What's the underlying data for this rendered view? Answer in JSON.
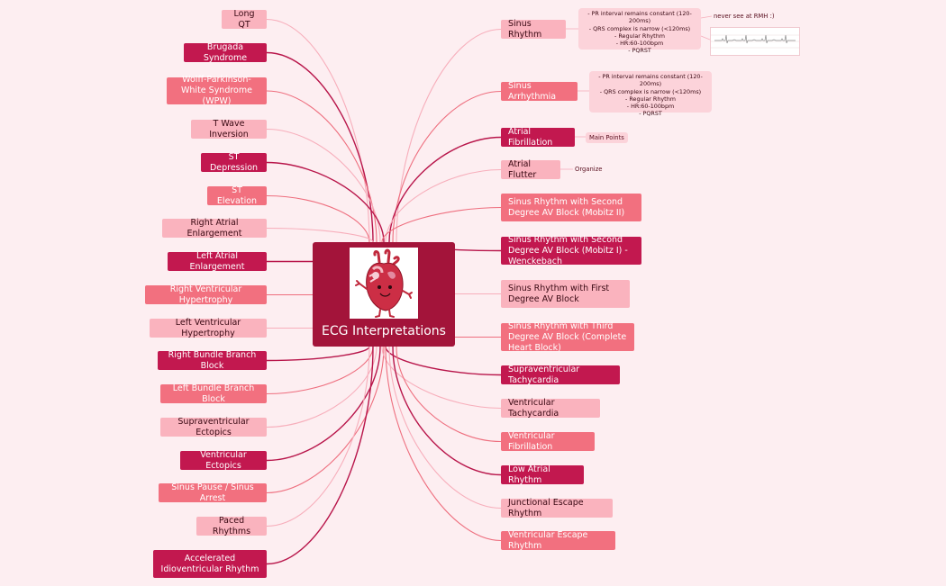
{
  "central": {
    "title": "ECG Interpretations"
  },
  "left_branches": [
    {
      "label": "Long QT",
      "style": "l"
    },
    {
      "label": "Brugada Syndrome",
      "style": "d"
    },
    {
      "label": "Wolff-Parkinson-White Syndrome (WPW)",
      "style": "m"
    },
    {
      "label": "T Wave Inversion",
      "style": "l"
    },
    {
      "label": "ST Depression",
      "style": "d"
    },
    {
      "label": "ST Elevation",
      "style": "m"
    },
    {
      "label": "Right Atrial Enlargement",
      "style": "l"
    },
    {
      "label": "Left Atrial Enlargement",
      "style": "d"
    },
    {
      "label": "Right Ventricular Hypertrophy",
      "style": "m"
    },
    {
      "label": "Left Ventricular Hypertrophy",
      "style": "l"
    },
    {
      "label": "Right Bundle Branch Block",
      "style": "d"
    },
    {
      "label": "Left Bundle Branch Block",
      "style": "m"
    },
    {
      "label": "Supraventricular Ectopics",
      "style": "l"
    },
    {
      "label": "Ventricular Ectopics",
      "style": "d"
    },
    {
      "label": "Sinus Pause / Sinus Arrest",
      "style": "m"
    },
    {
      "label": "Paced Rhythms",
      "style": "l"
    },
    {
      "label": "Accelerated Idioventricular Rhythm",
      "style": "d"
    }
  ],
  "right_branches": [
    {
      "label": "Sinus Rhythm",
      "style": "l"
    },
    {
      "label": "Sinus Arrhythmia",
      "style": "m"
    },
    {
      "label": "Atrial Fibrillation",
      "style": "d"
    },
    {
      "label": "Atrial Flutter",
      "style": "l"
    },
    {
      "label": "Sinus Rhythm with Second Degree AV Block (Mobitz II)",
      "style": "m"
    },
    {
      "label": "Sinus Rhythm with Second Degree AV Block (Mobitz I) - Wenckebach",
      "style": "d"
    },
    {
      "label": "Sinus Rhythm with First Degree AV Block",
      "style": "l"
    },
    {
      "label": "Sinus Rhythm with Third Degree AV Block (Complete Heart Block)",
      "style": "m"
    },
    {
      "label": "Supraventricular Tachycardia",
      "style": "d"
    },
    {
      "label": "Ventricular Tachycardia",
      "style": "l"
    },
    {
      "label": "Ventricular Fibrillation",
      "style": "m"
    },
    {
      "label": "Low Atrial Rhythm",
      "style": "d"
    },
    {
      "label": "Junctional Escape Rhythm",
      "style": "l"
    },
    {
      "label": "Ventricular Escape Rhythm",
      "style": "m"
    }
  ],
  "notes": {
    "sinus_rhythm": [
      "- PR interval remains constant (120-200ms)",
      "- QRS complex is narrow (<120ms)",
      "- Regular Rhythm",
      "- HR:60-100bpm",
      "- PQRST"
    ],
    "sinus_arrhythmia": [
      "- PR interval remains constant (120-200ms)",
      "- QRS complex is narrow (<120ms)",
      "- Regular Rhythm",
      "- HR:60-100bpm",
      "- PQRST"
    ],
    "never_see": "never see at RMH :)",
    "main_points": "Main Points",
    "organize": "Organize"
  },
  "colors": {
    "background": "#fdeef1",
    "central": "#a3143a",
    "dark": "#c2184f",
    "medium": "#f2707f",
    "light": "#fab3be"
  }
}
